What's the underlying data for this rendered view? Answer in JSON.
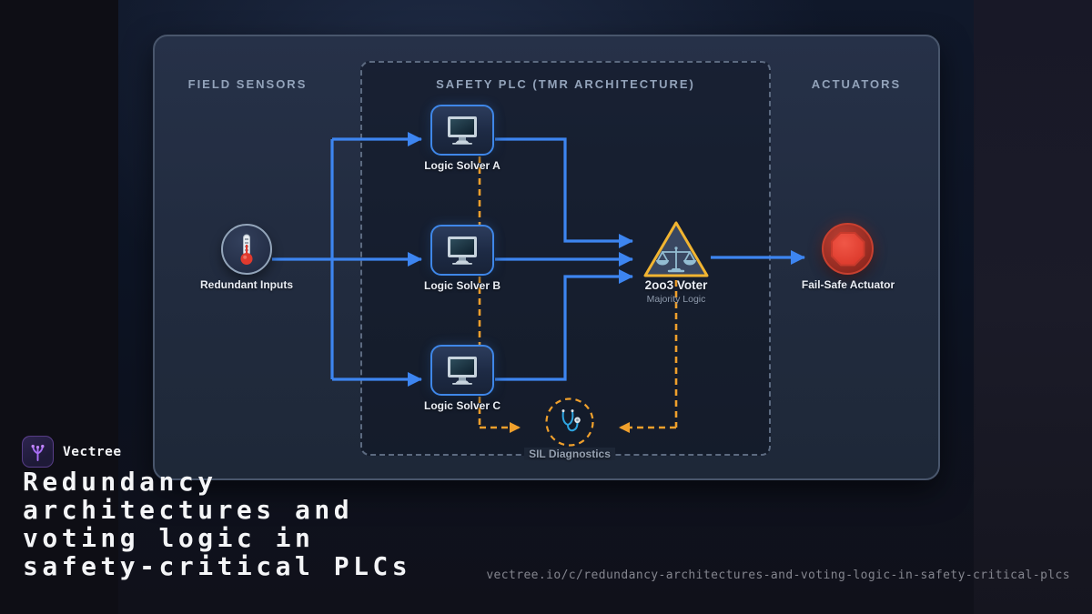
{
  "brand": {
    "name": "Vectree"
  },
  "footer_title": {
    "lines": [
      "Redundancy",
      "architectures and",
      "voting logic in",
      "safety-critical PLCs"
    ]
  },
  "url": "vectree.io/c/redundancy-architectures-and-voting-logic-in-safety-critical-plcs",
  "diagram": {
    "sections": [
      {
        "id": "field-sensors",
        "label": "FIELD SENSORS"
      },
      {
        "id": "safety-plc",
        "label": "SAFETY PLC (TMR ARCHITECTURE)"
      },
      {
        "id": "actuators",
        "label": "ACTUATORS"
      }
    ],
    "nodes": {
      "inputs": {
        "label": "Redundant Inputs",
        "icon": "thermometer-icon"
      },
      "solver_a": {
        "label": "Logic Solver A",
        "icon": "monitor-icon"
      },
      "solver_b": {
        "label": "Logic Solver B",
        "icon": "monitor-icon"
      },
      "solver_c": {
        "label": "Logic Solver C",
        "icon": "monitor-icon"
      },
      "voter": {
        "label": "2oo3 Voter",
        "sublabel": "Majority Logic",
        "icon": "scales-icon"
      },
      "actuator": {
        "label": "Fail-Safe Actuator",
        "icon": "stop-octagon-icon"
      },
      "diagnostics": {
        "label": "SIL Diagnostics",
        "icon": "stethoscope-icon"
      }
    },
    "colors": {
      "signal_blue": "#3d85f0",
      "diagnostic_orange": "#f0a02c",
      "voter_gold": "#f2b531",
      "actuator_red": "#e8493a"
    }
  }
}
